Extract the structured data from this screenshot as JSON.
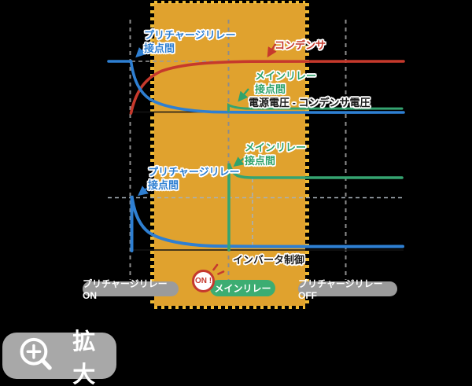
{
  "diagram": {
    "background": "#000000",
    "highlight_band_color": "#E0A22E",
    "series_colors": {
      "precharge_relay": "#2E7FD2",
      "capacitor": "#C6392C",
      "main_relay": "#35A471"
    },
    "top_chart": {
      "precharge_label_line1": "プリチャージリレー",
      "precharge_label_line2": "接点間",
      "capacitor_label": "コンデンサ",
      "main_label_line1": "メインリレー",
      "main_label_line2": "接点間",
      "baseline_label": "電源電圧 - コンデンサ電圧"
    },
    "bottom_chart": {
      "main_label_line1": "メインリレー",
      "main_label_line2": "接点間",
      "precharge_label_line1": "プリチャージリレー",
      "precharge_label_line2": "接点間",
      "baseline_label": "インバータ制御"
    },
    "timeline": {
      "precharge_on": "プリチャージリレー ON",
      "on_marker": "ON !",
      "main_relay": "メインリレー",
      "precharge_off": "プリチャージリレー OFF"
    },
    "zoom_button_label": "拡大"
  }
}
